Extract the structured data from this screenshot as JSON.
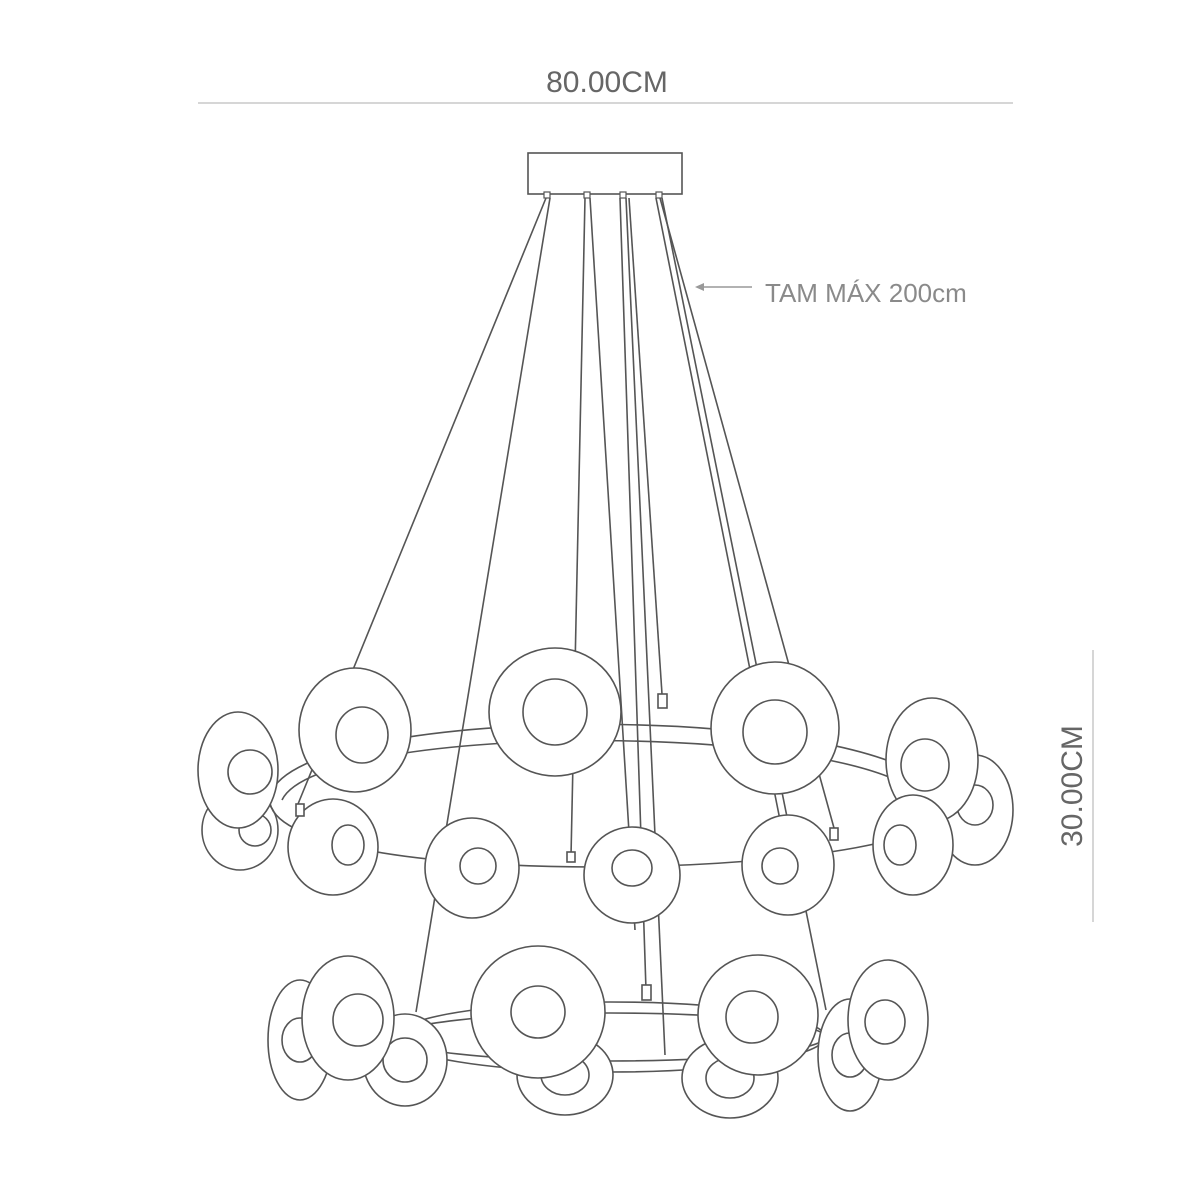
{
  "dimensions": {
    "width_label": "80.00CM",
    "height_label": "30.00CM"
  },
  "annotations": {
    "cable_max_length": "TAM MÁX 200cm"
  },
  "colors": {
    "line": "#555555",
    "dimension_line": "#c8c8c8",
    "text": "#666666",
    "annotation_text": "#8a8a8a"
  }
}
